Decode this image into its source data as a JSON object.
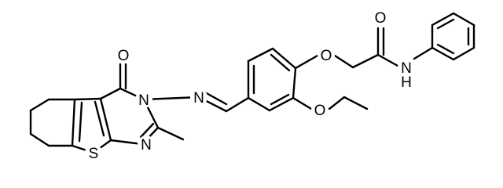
{
  "atoms": {
    "O_keto": "O",
    "N3": "N",
    "N_imine": "N",
    "S": "S",
    "N1": "N",
    "O_ether": "O",
    "O_ethoxy": "O",
    "O_amide": "O",
    "NH": "N",
    "NH_H": "H"
  },
  "colors": {
    "ink": "#000000",
    "background": "#ffffff"
  }
}
